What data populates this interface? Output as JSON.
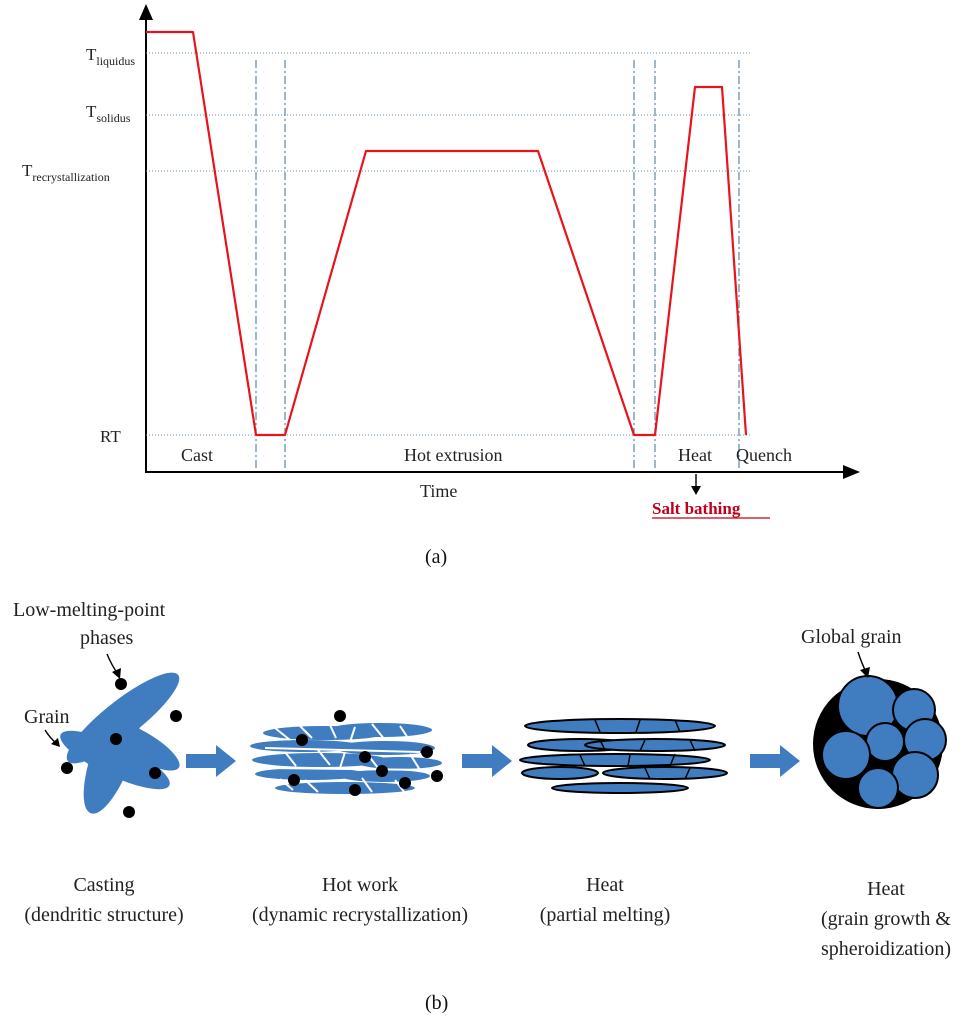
{
  "panel_a": {
    "caption": "(a)",
    "y_labels": [
      {
        "main": "T",
        "sub": "liquidus"
      },
      {
        "main": "T",
        "sub": "solidus"
      },
      {
        "main": "T",
        "sub": "recrystallization"
      },
      {
        "main": "RT",
        "sub": ""
      }
    ],
    "x_label": "Time",
    "stages": [
      "Cast",
      "Hot extrusion",
      "Heat",
      "Quench"
    ],
    "salt_bathing": "Salt bathing",
    "colors": {
      "curve": "#e8141c",
      "guide": "#5b86a6",
      "salt": "#c0001a"
    }
  },
  "panel_b": {
    "caption": "(b)",
    "annotations": {
      "low_melting_1": "Low-melting-point",
      "low_melting_2": "phases",
      "grain": "Grain",
      "global_grain": "Global grain"
    },
    "steps": [
      {
        "line1": "Casting",
        "line2": "(dendritic structure)",
        "line3": ""
      },
      {
        "line1": "Hot work",
        "line2": "(dynamic recrystallization)",
        "line3": ""
      },
      {
        "line1": "Heat",
        "line2": "(partial melting)",
        "line3": ""
      },
      {
        "line1": "Heat",
        "line2": "(grain growth &",
        "line3": "spheroidization)"
      }
    ],
    "colors": {
      "grain": "#3f7cc0",
      "arrow": "#3f7cc0",
      "phase": "#000000"
    }
  }
}
